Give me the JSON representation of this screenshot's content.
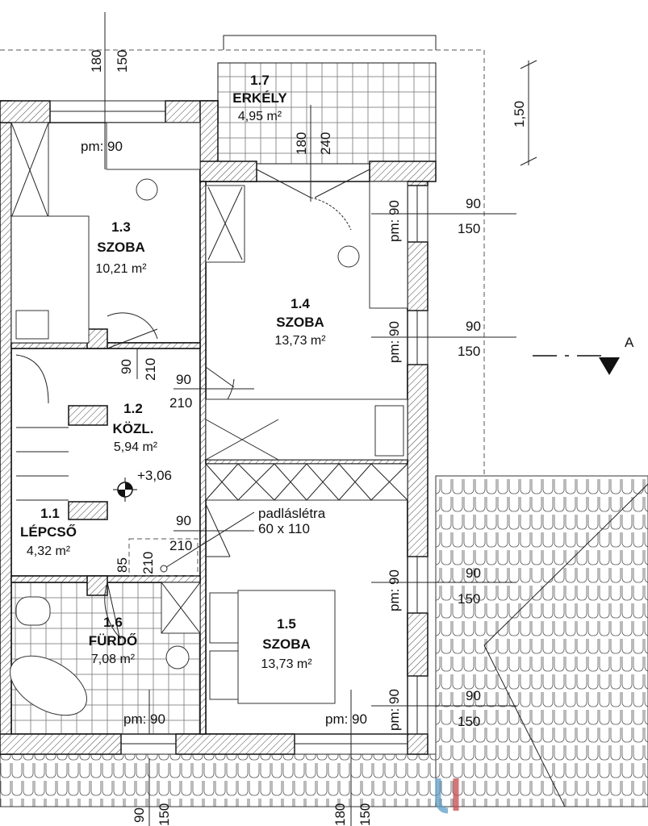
{
  "rooms": {
    "r11": {
      "number": "1.1",
      "name": "LÉPCSŐ",
      "area": "4,32 m²"
    },
    "r12": {
      "number": "1.2",
      "name": "KÖZL.",
      "area": "5,94 m²"
    },
    "r13": {
      "number": "1.3",
      "name": "SZOBA",
      "area": "10,21 m²"
    },
    "r14": {
      "number": "1.4",
      "name": "SZOBA",
      "area": "13,73 m²"
    },
    "r15": {
      "number": "1.5",
      "name": "SZOBA",
      "area": "13,73 m²"
    },
    "r16": {
      "number": "1.6",
      "name": "FÜRDŐ",
      "area": "7,08 m²"
    },
    "r17": {
      "number": "1.7",
      "name": "ERKÉLY",
      "area": "4,95 m²"
    }
  },
  "dims": {
    "top_180": "180",
    "top_150": "150",
    "balc_180": "180",
    "balc_240": "240",
    "side_150": "1,50",
    "r13_pm": "pm: 90",
    "r14_w1_pm": "pm: 90",
    "r14_w1_w": "90",
    "r14_w1_h": "150",
    "r14_w2_pm": "pm: 90",
    "r14_w2_w": "90",
    "r14_w2_h": "150",
    "d13_w": "90",
    "d13_h": "210",
    "d14_w": "90",
    "d14_h": "210",
    "d15_w": "90",
    "d15_h": "210",
    "d16_w": "85",
    "d16_h": "210",
    "r15_w1_pm": "pm: 90",
    "r15_w1_w": "90",
    "r15_w1_h": "150",
    "r15_w2_pm": "pm: 90",
    "r15_w2_w": "90",
    "r15_w2_h": "150",
    "r16_pm": "pm: 90",
    "r15_pm": "pm: 90",
    "bot_90": "90",
    "bot_150a": "150",
    "bot_180": "180",
    "bot_150b": "150"
  },
  "level": "+3,06",
  "attic_ladder": {
    "label": "padláslétra",
    "size": "60 x 110"
  },
  "section_marker": "A",
  "watermark": "U"
}
